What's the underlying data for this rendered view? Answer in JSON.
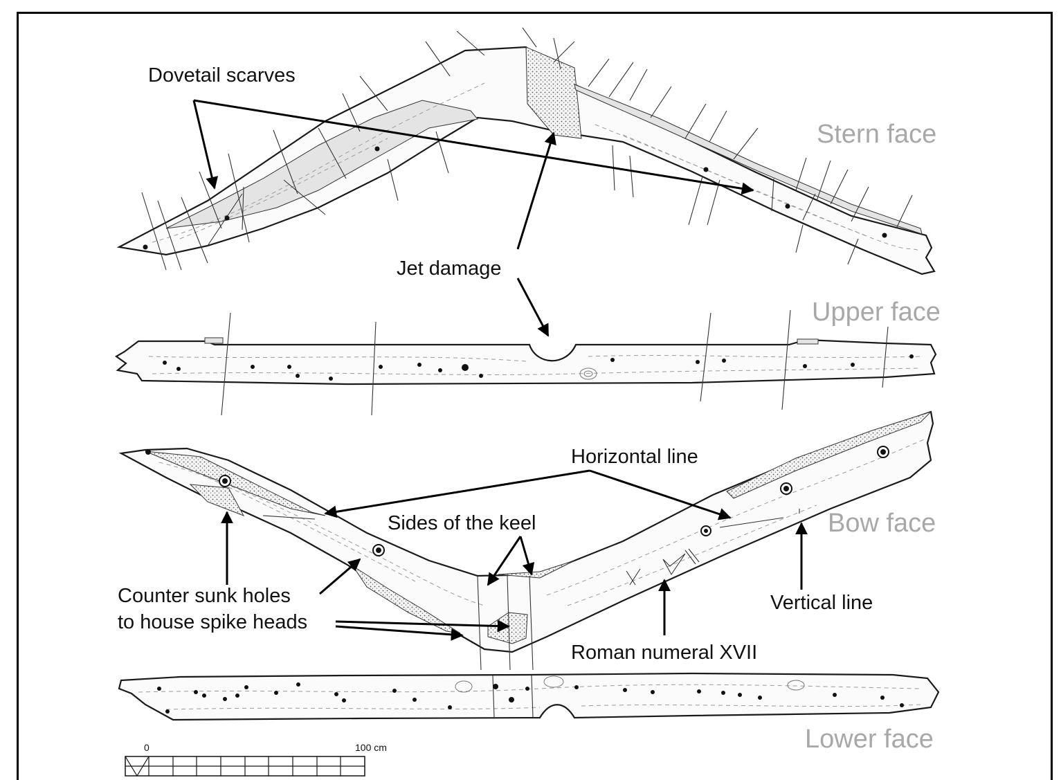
{
  "labels": {
    "dovetail_scarves": "Dovetail scarves",
    "jet_damage": "Jet damage",
    "horizontal_line": "Horizontal line",
    "sides_of_keel": "Sides of the keel",
    "counter_sunk_1": "Counter sunk holes",
    "counter_sunk_2": "to house spike heads",
    "vertical_line": "Vertical line",
    "roman_numeral": "Roman numeral XVII"
  },
  "faces": {
    "stern": "Stern face",
    "upper": "Upper face",
    "bow": "Bow face",
    "lower": "Lower face"
  },
  "scale": {
    "start": "0",
    "end": "100 cm"
  },
  "colors": {
    "face_label": "#a8a8a8",
    "ink": "#111111"
  }
}
